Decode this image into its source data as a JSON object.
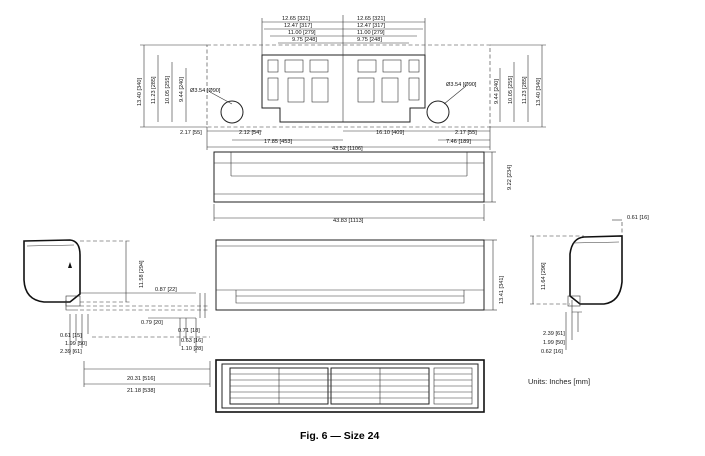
{
  "caption": "Fig. 6 — Size 24",
  "units_note": "Units: Inches [mm]",
  "dims": {
    "d1265": "12.65 [321]",
    "d1247": "12.47 [317]",
    "d1100": "11.00 [279]",
    "d975": "9.75 [248]",
    "d1340": "13.40 [340]",
    "d1123": "11.23 [285]",
    "d1005": "10.05 [255]",
    "d944": "9.44 [240]",
    "d354": "Ø3.54 [Ø90]",
    "d217": "2.17 [55]",
    "d212": "2.12 [54]",
    "d1610": "16.10 [409]",
    "d1785": "17.85 [453]",
    "d4352": "43.52 [1106]",
    "d746": "7.46 [189]",
    "d922": "9.22 [234]",
    "d4383": "43.83 [1113]",
    "d061": "0.61 [16]",
    "d1158": "11.58 [294]",
    "d087": "0.87 [22]",
    "d079": "0.79 [20]",
    "d071": "0.71 [18]",
    "d063": "0.63 [16]",
    "d110": "1.10 [28]",
    "d061b": "0.61 [15]",
    "d199": "1.99 [50]",
    "d239": "2.39 [61]",
    "d1341": "13.41 [341]",
    "d1164": "11.64 [296]",
    "d062": "0.62 [16]",
    "d2031": "20.31 [516]",
    "d2118": "21.18 [538]"
  }
}
